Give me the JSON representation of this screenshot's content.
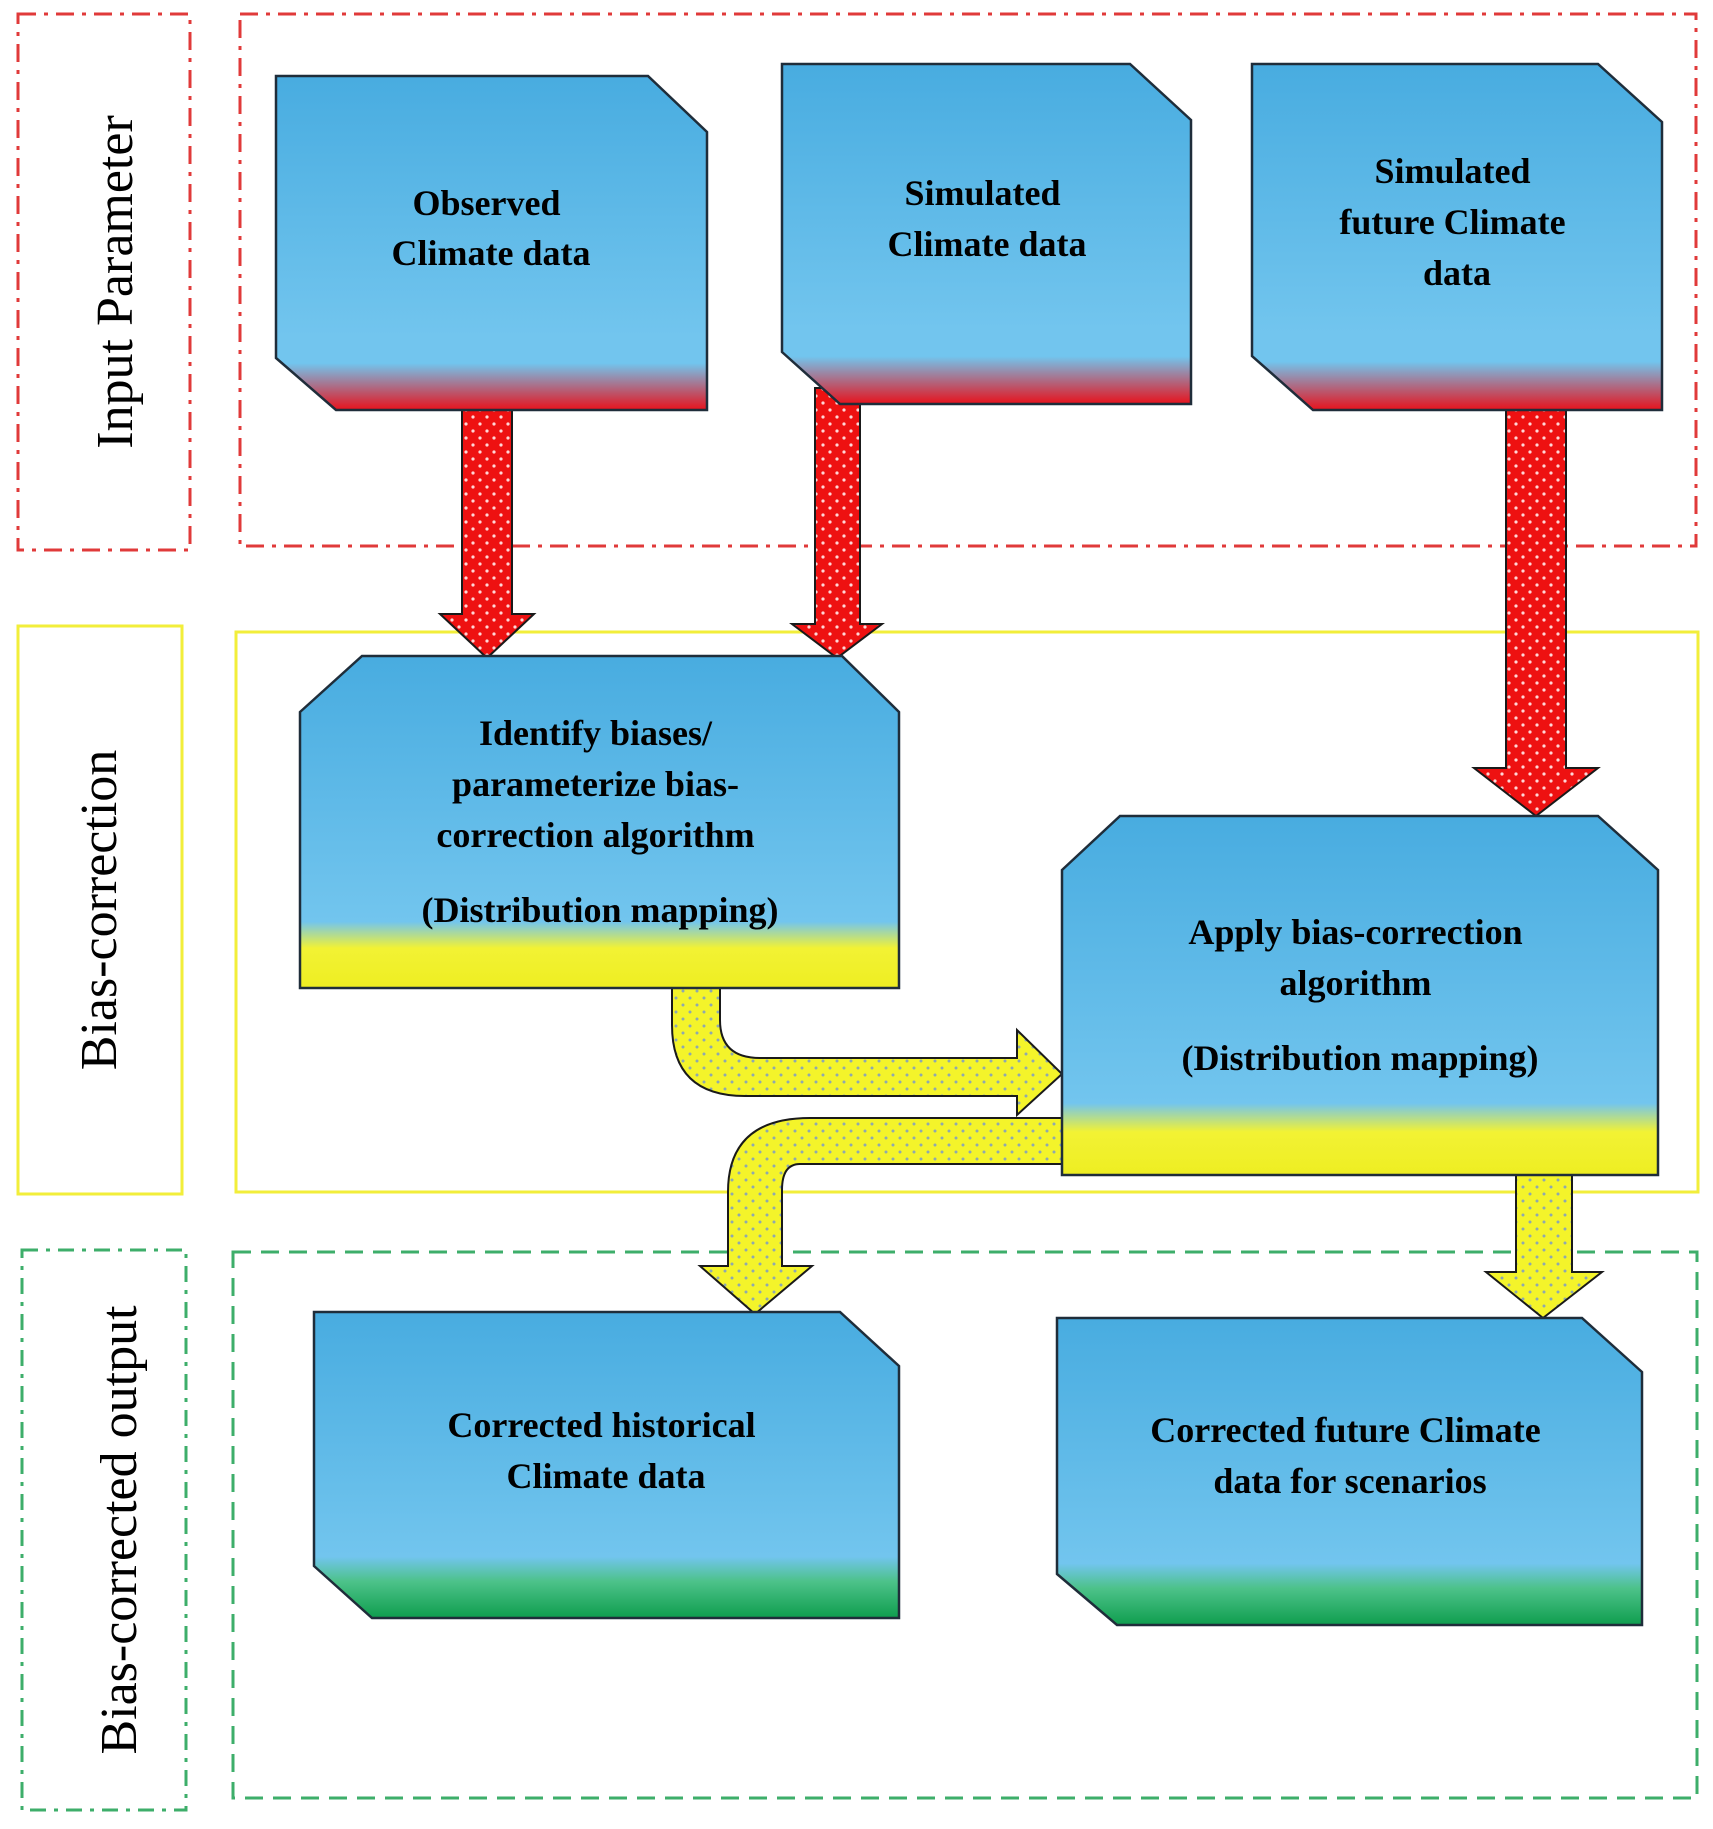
{
  "sections": {
    "input": {
      "label": "Input Parameter"
    },
    "bias_correction": {
      "label": "Bias-correction"
    },
    "output": {
      "label": "Bias-corrected output"
    }
  },
  "boxes": {
    "observed": {
      "lines": [
        "Observed",
        "Climate data"
      ]
    },
    "simulated": {
      "lines": [
        "Simulated",
        "Climate data"
      ]
    },
    "simulated_future": {
      "lines": [
        "Simulated",
        "future Climate",
        "data"
      ]
    },
    "identify": {
      "lines": [
        "Identify biases/",
        "parameterize bias-",
        "correction algorithm"
      ],
      "sub": "(Distribution  mapping)"
    },
    "apply": {
      "lines": [
        "Apply bias-correction",
        "algorithm"
      ],
      "sub": "(Distribution  mapping)"
    },
    "corrected_hist": {
      "lines": [
        "Corrected historical",
        "Climate data"
      ]
    },
    "corrected_future": {
      "lines": [
        "Corrected future Climate",
        "data for scenarios"
      ]
    }
  },
  "colors": {
    "box_top": "#4aaee0",
    "box_mid": "#70c3ec",
    "input_accent": "#e8121c",
    "bias_accent": "#f2f234",
    "output_accent": "#0f9e4e",
    "input_frame": "#e03a3a",
    "bias_frame": "#f2ee3a",
    "output_frame": "#3dae6a"
  }
}
